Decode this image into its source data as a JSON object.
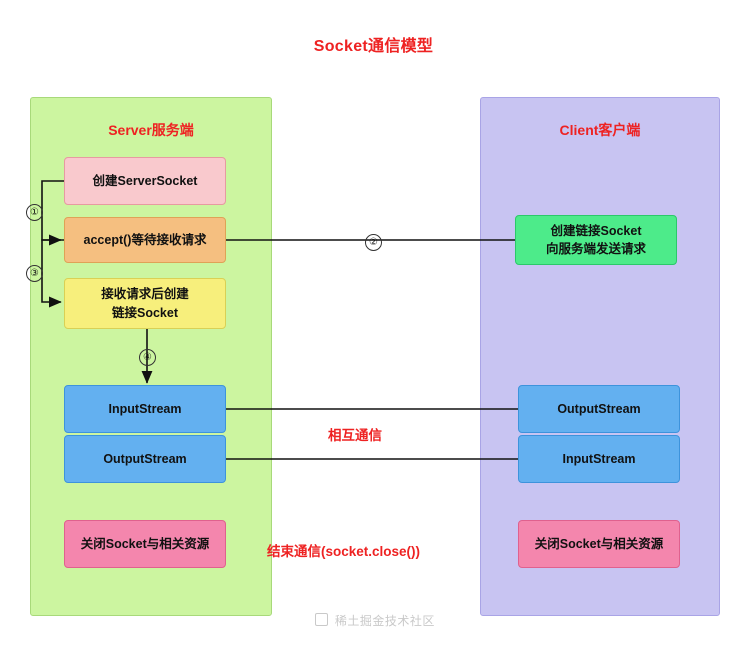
{
  "title": "Socket通信模型",
  "colors": {
    "title_red": "#ee2222",
    "server_panel": "#ccf5a0",
    "client_panel": "#c8c4f2",
    "pink_box": "#f9c9cd",
    "orange_box": "#f5bf80",
    "yellow_box": "#f7ef7c",
    "blue_box": "#63b0f0",
    "rose_box": "#f486ad",
    "green_box": "#4deb8a"
  },
  "server": {
    "heading": "Server服务端",
    "boxes": [
      {
        "label": "创建ServerSocket"
      },
      {
        "label": "accept()等待接收请求"
      },
      {
        "line1": "接收请求后创建",
        "line2": "链接Socket"
      },
      {
        "label": "InputStream"
      },
      {
        "label": "OutputStream"
      },
      {
        "label": "关闭Socket与相关资源"
      }
    ]
  },
  "client": {
    "heading": "Client客户端",
    "boxes": [
      {
        "line1": "创建链接Socket",
        "line2": "向服务端发送请求"
      },
      {
        "label": "OutputStream"
      },
      {
        "label": "InputStream"
      },
      {
        "label": "关闭Socket与相关资源"
      }
    ]
  },
  "annotations": {
    "step1": "①",
    "step2": "②",
    "step3": "③",
    "step4": "④",
    "mutual_comm": "相互通信",
    "close_comm": "结束通信(socket.close())"
  },
  "watermark": {
    "text": "稀土掘金技术社区"
  }
}
